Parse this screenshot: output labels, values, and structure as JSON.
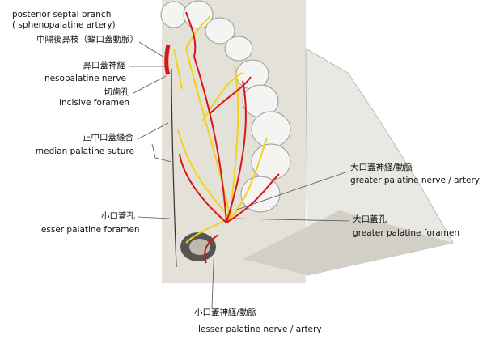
{
  "labels": {
    "posterior_septal_en1": "posterior septal branch",
    "posterior_septal_en2": "( sphenopalatine artery)",
    "posterior_septal_jp": "中隔後鼻枝（蝶口蓋動脈）",
    "nasopalatine_jp": "鼻口蓋神経",
    "nasopalatine_en": "nesopalatine nerve",
    "incisive_jp": "切歯孔",
    "incisive_en": "incisive foramen",
    "median_suture_jp": "正中口蓋縫合",
    "median_suture_en": "median palatine suture",
    "greater_nerve_jp": "大口蓋神経/動脈",
    "greater_nerve_en": "greater palatine nerve / artery",
    "lesser_foramen_jp": "小口蓋孔",
    "lesser_foramen_en": "lesser palatine foramen",
    "greater_foramen_jp": "大口蓋孔",
    "greater_foramen_en": "greater palatine foramen",
    "lesser_nerve_jp": "小口蓋神経/動脈",
    "lesser_nerve_en": "lesser palatine nerve / artery"
  },
  "colors": {
    "artery": "#d9141b",
    "nerve": "#f2d21a",
    "bone": "#e6e4da",
    "tooth": "#f4f4f2"
  }
}
